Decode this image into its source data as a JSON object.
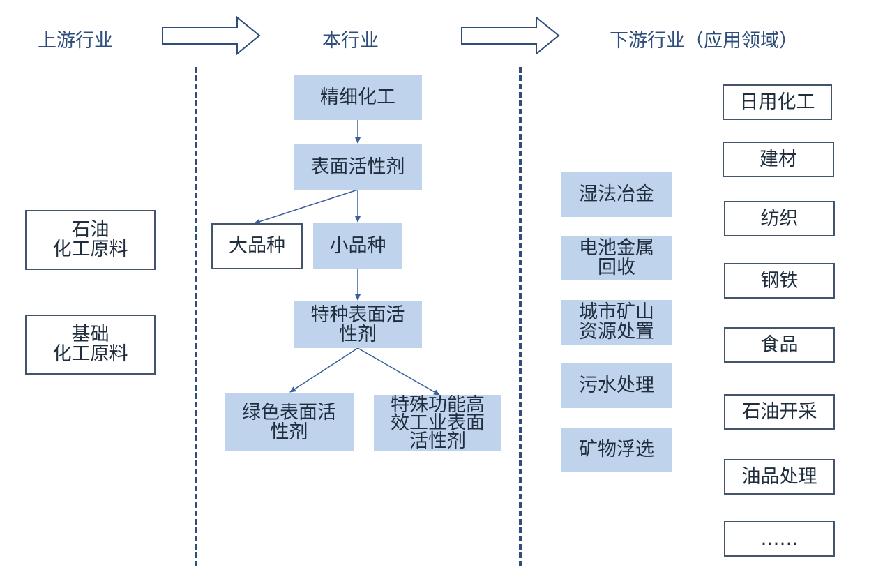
{
  "headers": {
    "upstream": "上游行业",
    "current": "本行业",
    "downstream": "下游行业（应用领域）"
  },
  "upstream_items": [
    "石油\n化工原料",
    "基础\n化工原料"
  ],
  "current_industry": {
    "fine_chemical": "精细化工",
    "surfactant": "表面活性剂",
    "bulk_variety": "大品种",
    "small_variety": "小品种",
    "special_surfactant": "特种表面活\n性剂",
    "green_surfactant": "绿色表面活\n性剂",
    "special_function_surfactant": "特殊功能高\n效工业表面\n活性剂"
  },
  "downstream_emerging": [
    "湿法冶金",
    "电池金属\n回收",
    "城市矿山\n资源处置",
    "污水处理",
    "矿物浮选"
  ],
  "downstream_traditional": [
    "日用化工",
    "建材",
    "纺织",
    "钢铁",
    "食品",
    "石油开采",
    "油品处理",
    "……"
  ],
  "colors": {
    "header_text": "#2e4d7a",
    "box_fill": "#bfd3ec",
    "box_border": "#44546a",
    "arrow": "#3a5f9c",
    "dashed_line": "#2e4d7a"
  }
}
